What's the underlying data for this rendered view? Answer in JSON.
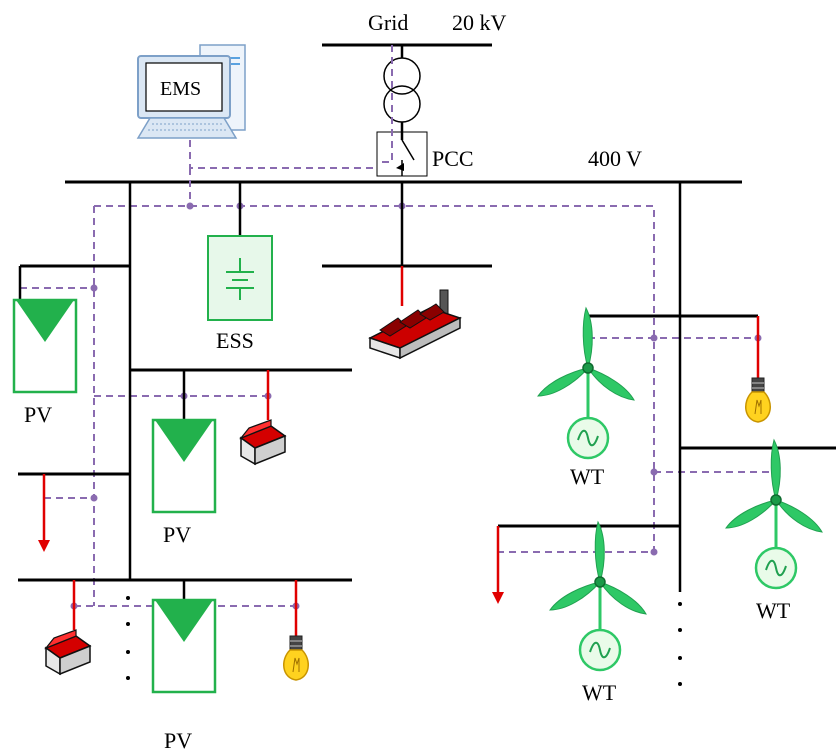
{
  "diagram": {
    "grid_label": "Grid",
    "grid_voltage": "20 kV",
    "ems_label": "EMS",
    "pcc_label": "PCC",
    "bus_voltage": "400 V",
    "ess_label": "ESS",
    "pv_label": "PV",
    "wt_label": "WT"
  },
  "colors": {
    "bus_line": "#000000",
    "load_feed": "#e00000",
    "communication": "#8a6bb0",
    "green_device": "#22b14c"
  },
  "icons": [
    "computer-icon",
    "transformer-icon",
    "switch-icon",
    "battery-icon",
    "solar-panel-icon",
    "house-icon",
    "factory-icon",
    "wind-turbine-icon",
    "generator-icon",
    "light-bulb-icon",
    "load-arrow-icon"
  ]
}
